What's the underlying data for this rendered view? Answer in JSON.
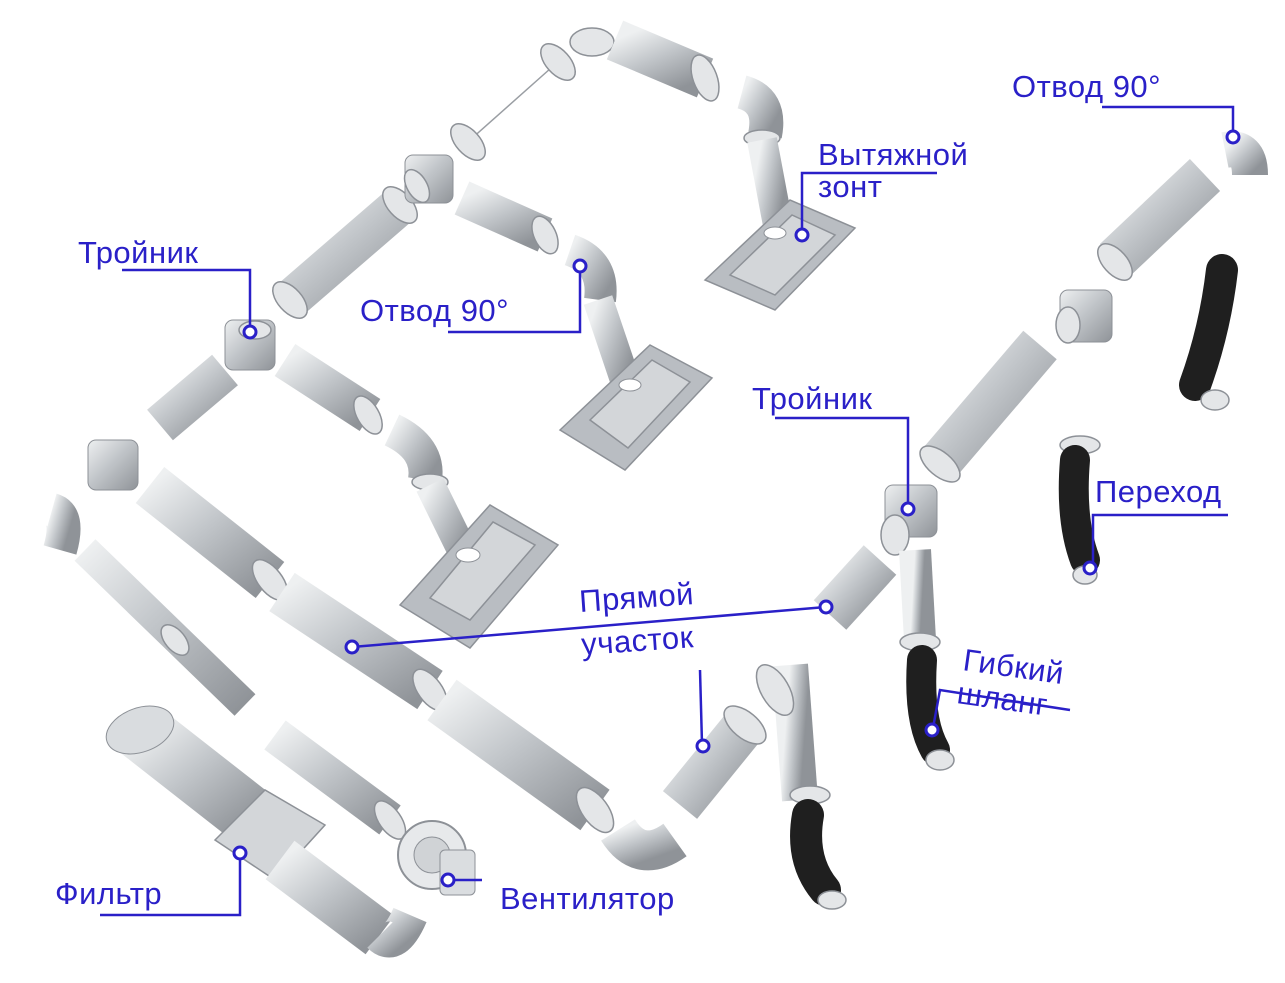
{
  "colors": {
    "accent": "#2a20c8",
    "metal": "#c2c6ca",
    "metal_light": "#e4e6e8",
    "hose": "#1f1f1f"
  },
  "labels": {
    "exhaust_hood_line1": "Вытяжной",
    "exhaust_hood_line2": "зонт",
    "elbow_top_right": "Отвод 90°",
    "elbow_middle": "Отвод 90°",
    "tee_left": "Тройник",
    "tee_right": "Тройник",
    "adapter": "Переход",
    "straight_line1": "Прямой",
    "straight_line2": "участок",
    "flex_hose_line1": "Гибкий",
    "flex_hose_line2": "шланг",
    "fan": "Вентилятор",
    "filter": "Фильтр"
  }
}
